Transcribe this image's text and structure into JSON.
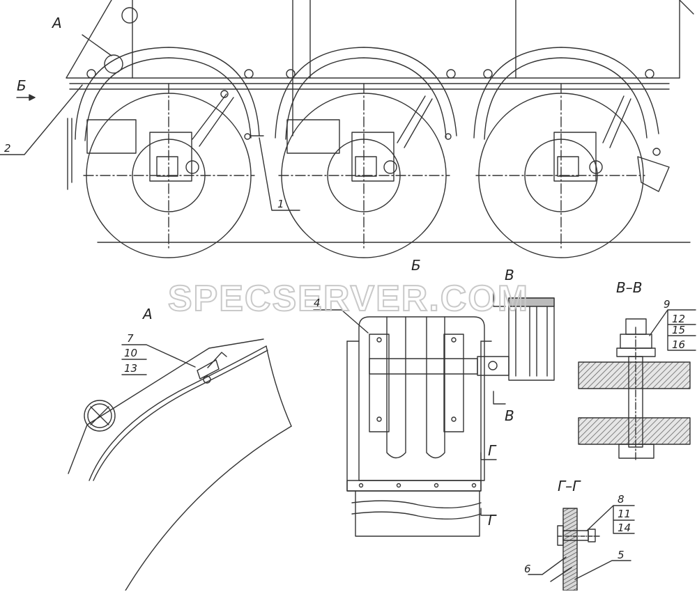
{
  "watermark": "SPECSERVER.COM",
  "views": {
    "a_main": "А",
    "a_detail": "А",
    "b_arrow": "Б",
    "b_detail": "Б",
    "v_section": "В–В",
    "g_section": "Г–Г",
    "v_cut_top": "В",
    "v_cut_bottom": "В",
    "g_cut_top": "Г",
    "g_cut_bottom": "Г"
  },
  "callouts": {
    "c1": "1",
    "c2": "2",
    "c4": "4",
    "c5": "5",
    "c6": "6",
    "a_stack": [
      "7",
      "10",
      "13"
    ],
    "v_stack": [
      "9",
      "12",
      "15",
      "16"
    ],
    "g_stack": [
      "8",
      "11",
      "14"
    ]
  }
}
